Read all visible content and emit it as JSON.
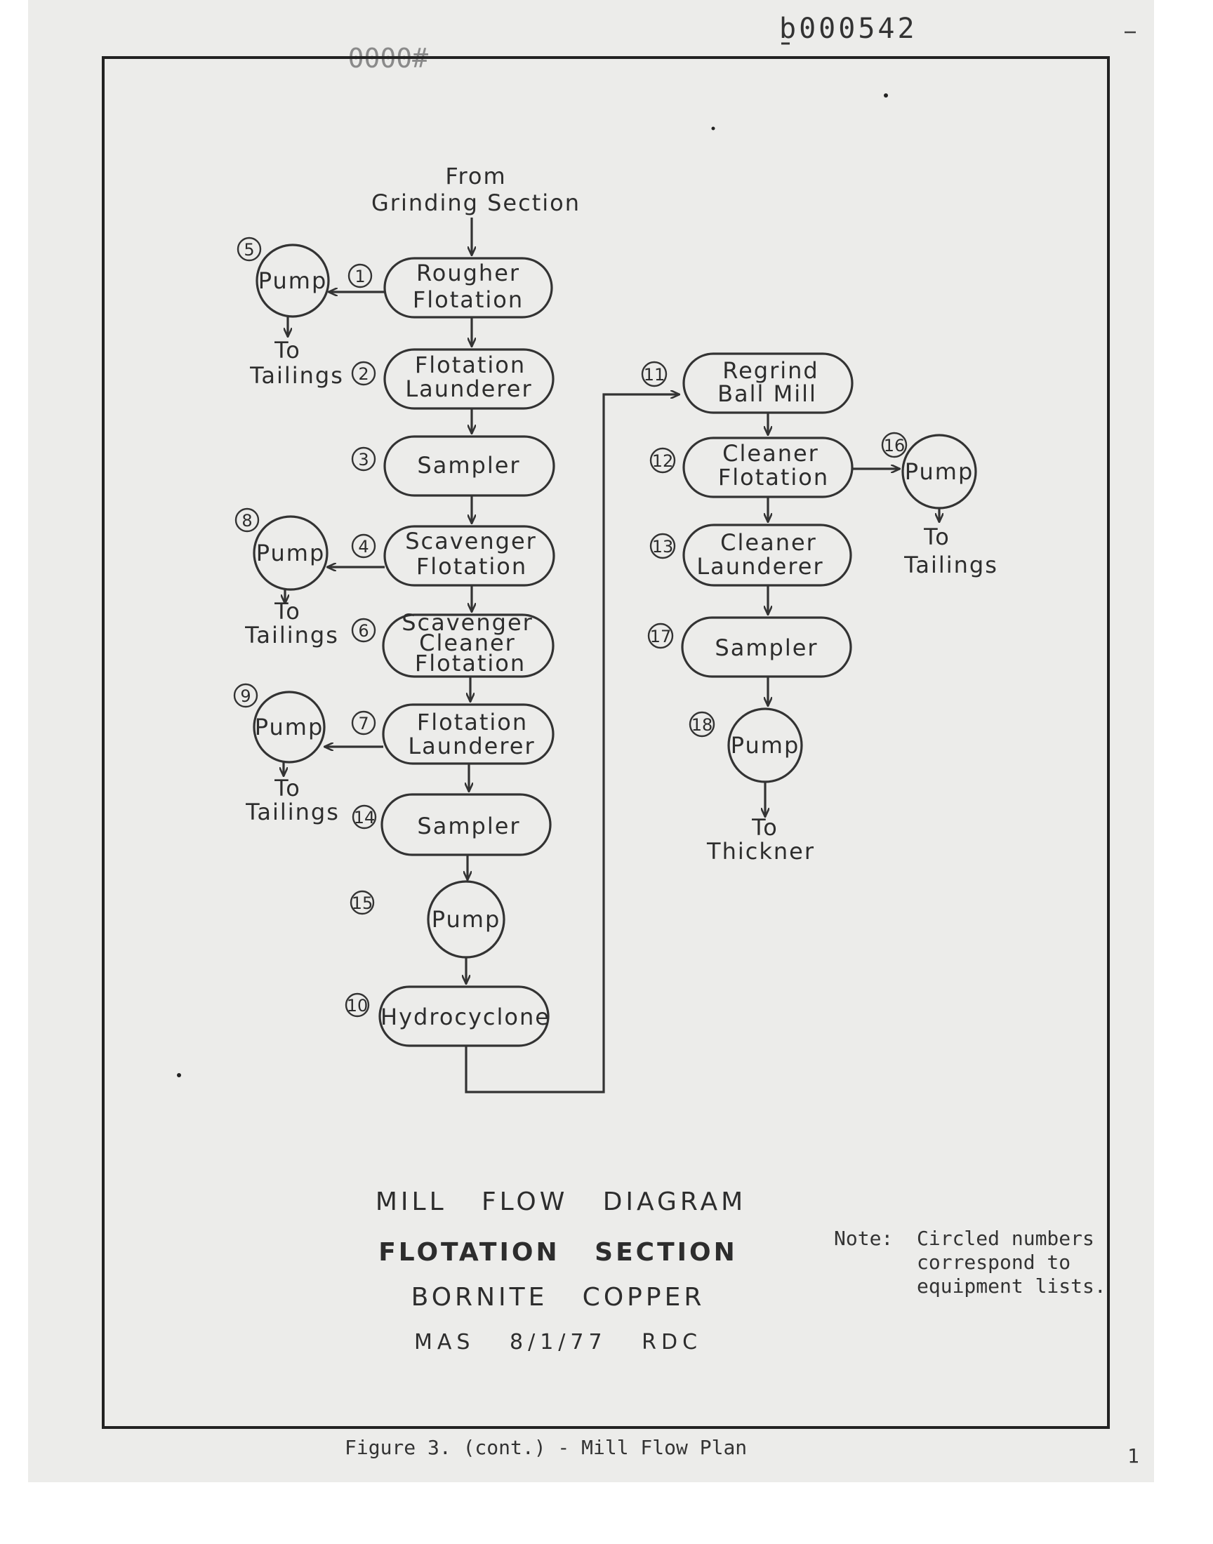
{
  "doc_number": "b000542",
  "doc_number_faint": "#0000",
  "source_label": [
    "From",
    "Grinding Section"
  ],
  "units": [
    {
      "id": "rougher-flotation",
      "num": "1",
      "lines": [
        "Rougher",
        "Flotation"
      ]
    },
    {
      "id": "flotation-launderer-1",
      "num": "2",
      "lines": [
        "Flotation",
        "Launderer"
      ]
    },
    {
      "id": "sampler-1",
      "num": "3",
      "lines": [
        "Sampler"
      ]
    },
    {
      "id": "scavenger-flotation",
      "num": "4",
      "lines": [
        "Scavenger",
        "Flotation"
      ]
    },
    {
      "id": "scavenger-cleaner-flotation",
      "num": "6",
      "lines": [
        "Scavenger",
        "Cleaner",
        "Flotation"
      ]
    },
    {
      "id": "flotation-launderer-2",
      "num": "7",
      "lines": [
        "Flotation",
        "Launderer"
      ]
    },
    {
      "id": "sampler-2",
      "num": "14",
      "lines": [
        "Sampler"
      ]
    },
    {
      "id": "hydrocyclone",
      "num": "10",
      "lines": [
        "Hydrocyclone"
      ]
    },
    {
      "id": "regrind-ball-mill",
      "num": "11",
      "lines": [
        "Regrind",
        "Ball Mill"
      ]
    },
    {
      "id": "cleaner-flotation",
      "num": "12",
      "lines": [
        "Cleaner",
        "Flotation"
      ]
    },
    {
      "id": "cleaner-launderer",
      "num": "13",
      "lines": [
        "Cleaner",
        "Launderer"
      ]
    },
    {
      "id": "sampler-3",
      "num": "17",
      "lines": [
        "Sampler"
      ]
    }
  ],
  "pumps": [
    {
      "id": "pump-5",
      "num": "5",
      "label": "Pump"
    },
    {
      "id": "pump-8",
      "num": "8",
      "label": "Pump"
    },
    {
      "id": "pump-9",
      "num": "9",
      "label": "Pump"
    },
    {
      "id": "pump-15",
      "num": "15",
      "label": "Pump"
    },
    {
      "id": "pump-16",
      "num": "16",
      "label": "Pump"
    },
    {
      "id": "pump-18",
      "num": "18",
      "label": "Pump"
    }
  ],
  "outputs": {
    "tailings": [
      "To",
      "Tailings"
    ],
    "thickner": [
      "To",
      "Thickner"
    ]
  },
  "title_block": {
    "line1": "MILL   FLOW   DIAGRAM",
    "line2": "FLOTATION   SECTION",
    "line3": "BORNITE   COPPER",
    "line4": "MAS   8/1/77   RDC"
  },
  "note": {
    "label": "Note:",
    "lines": [
      "Circled numbers",
      "correspond to",
      "equipment lists."
    ]
  },
  "caption": "Figure 3. (cont.) - Mill Flow Plan",
  "page_mark": "1"
}
